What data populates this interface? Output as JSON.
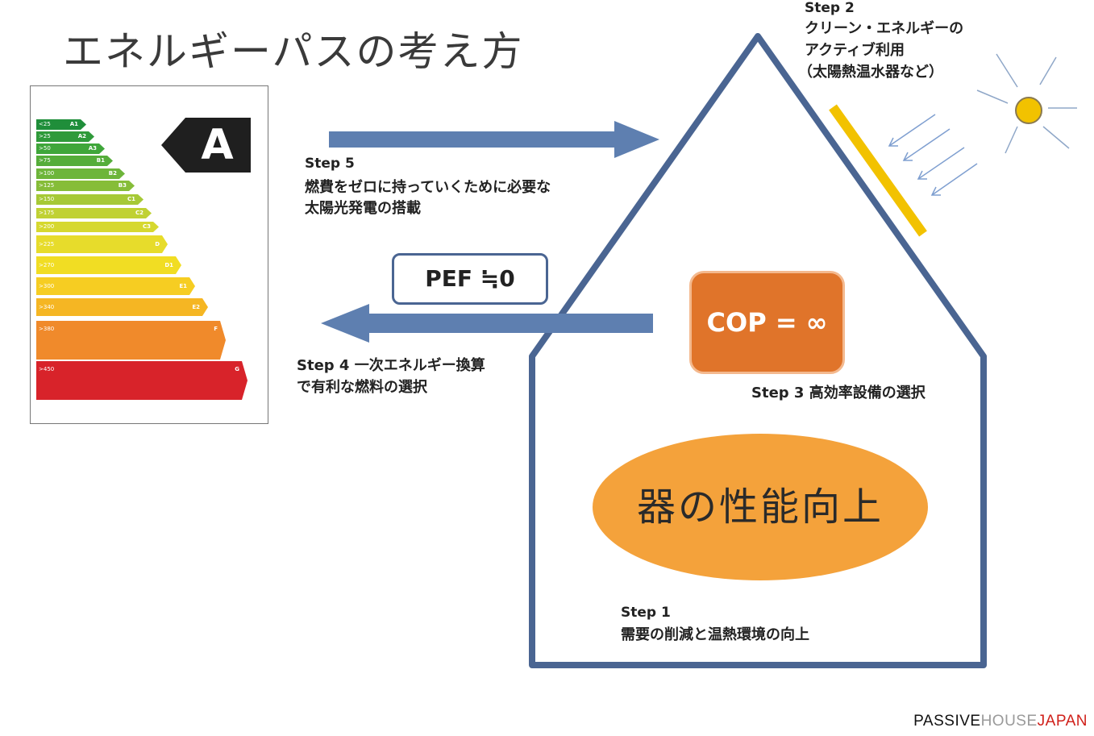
{
  "title": "エネルギーパスの考え方",
  "energy_label": {
    "grade": "A",
    "bars": [
      {
        "range": "<25",
        "cls": "A1",
        "color": "#1f8e3a"
      },
      {
        "range": ">25",
        "cls": "A2",
        "color": "#2f9a3a"
      },
      {
        "range": ">50",
        "cls": "A3",
        "color": "#3fa63a"
      },
      {
        "range": ">75",
        "cls": "B1",
        "color": "#55ad3a"
      },
      {
        "range": ">100",
        "cls": "B2",
        "color": "#6db53a"
      },
      {
        "range": ">125",
        "cls": "B3",
        "color": "#86bd38"
      },
      {
        "range": ">150",
        "cls": "C1",
        "color": "#a6c936"
      },
      {
        "range": ">175",
        "cls": "C2",
        "color": "#c0d133"
      },
      {
        "range": ">200",
        "cls": "C3",
        "color": "#d6d82f"
      },
      {
        "range": ">225",
        "cls": "D",
        "color": "#e7dc2b"
      },
      {
        "range": ">270",
        "cls": "D1",
        "color": "#f1dd23"
      },
      {
        "range": ">300",
        "cls": "E1",
        "color": "#f6cd22"
      },
      {
        "range": ">340",
        "cls": "E2",
        "color": "#f5b623"
      },
      {
        "range": ">380",
        "cls": "F",
        "color": "#f08a2b"
      },
      {
        "range": ">450",
        "cls": "G",
        "color": "#d8232a"
      }
    ]
  },
  "step5": {
    "head": "Step 5",
    "line1": "燃費をゼロに持っていくために必要な",
    "line2": "太陽光発電の搭載"
  },
  "step4": {
    "line1": "Step 4 一次エネルギー換算",
    "line2": "で有利な燃料の選択"
  },
  "step3": {
    "text": "Step 3 高効率設備の選択"
  },
  "step2": {
    "head": "Step 2",
    "line1": "クリーン・エネルギーの",
    "line2": "アクティブ利用",
    "line3": "（太陽熱温水器など）"
  },
  "step1": {
    "head": "Step 1",
    "line1": "需要の削減と温熱環境の向上"
  },
  "pef": "PEF ≒0",
  "cop": "COP = ∞",
  "oval_text": "器の性能向上",
  "footer": {
    "part1": "PASSIVE",
    "part2": "HOUSE",
    "part3": "JAPAN"
  },
  "colors": {
    "house": "#4a6592",
    "arrow": "#5e7fb0",
    "panel": "#f2c200",
    "sun": "#f2c200",
    "ray": "#8fa7c8"
  }
}
